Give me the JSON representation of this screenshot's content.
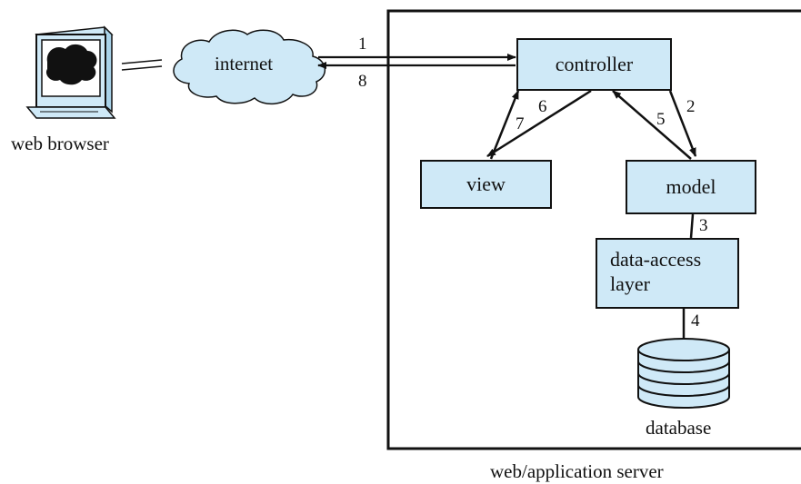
{
  "nodes": {
    "web_browser": "web browser",
    "internet": "internet",
    "controller": "controller",
    "view": "view",
    "model": "model",
    "data_access_line1": "data-access",
    "data_access_line2": "layer",
    "database": "database",
    "server": "web/application server"
  },
  "steps": {
    "s1": "1",
    "s2": "2",
    "s3": "3",
    "s4": "4",
    "s5": "5",
    "s6": "6",
    "s7": "7",
    "s8": "8"
  },
  "colors": {
    "box_fill": "#cfe9f7",
    "outline": "#111111"
  }
}
